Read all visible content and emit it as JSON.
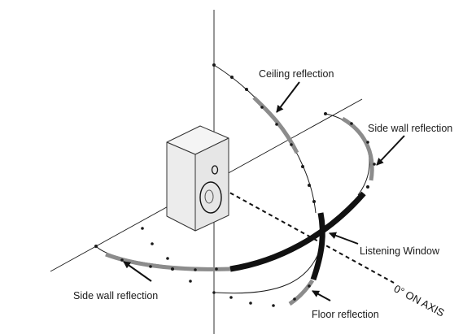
{
  "labels": {
    "ceiling": "Ceiling reflection",
    "side_wall_right": "Side wall reflection",
    "listening_window": "Listening Window",
    "side_wall_left": "Side wall reflection",
    "floor": "Floor reflection",
    "on_axis": "0° ON AXIS"
  },
  "colors": {
    "line": "#1a1a1a",
    "reflection_band": "#8c8c8c",
    "listening_window": "#111111",
    "speaker_face": "#e8e8e8",
    "speaker_side": "#f0f0f0"
  }
}
